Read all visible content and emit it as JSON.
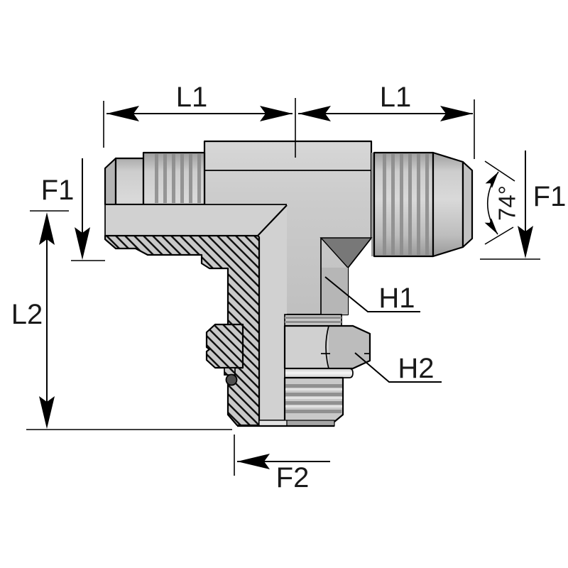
{
  "figure": {
    "type": "technical-drawing",
    "labels": {
      "l1_left": "L1",
      "l1_right": "L1",
      "f1_left": "F1",
      "f1_right": "F1",
      "l2": "L2",
      "f2": "F2",
      "h1": "H1",
      "h2": "H2",
      "flare_angle": "74°"
    },
    "colors": {
      "background": "#ffffff",
      "line": "#000000",
      "label": "#1a1a1a",
      "metal": "#c7c7c7",
      "metal_light": "#d8d8d8",
      "metal_dark": "#9c9c9c",
      "chamfer": "#787878",
      "thread_stripe": "#8a8a8a",
      "void": "#d1d1d1",
      "hatch_bg": "#c9c9c9",
      "washer": "#ececec",
      "oring": "#4f4f4f"
    }
  }
}
